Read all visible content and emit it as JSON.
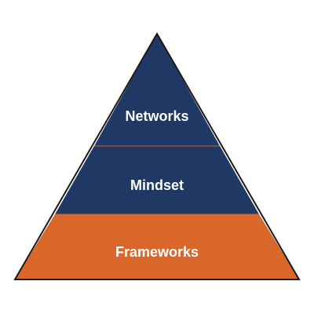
{
  "pyramid": {
    "tiers": [
      {
        "label": "Networks",
        "color": "#1f3864"
      },
      {
        "label": "Mindset",
        "color": "#1f3864"
      },
      {
        "label": "Frameworks",
        "color": "#d9672a"
      }
    ],
    "outline_color": "#1a1a1a",
    "divider_color": "#c8692e"
  }
}
